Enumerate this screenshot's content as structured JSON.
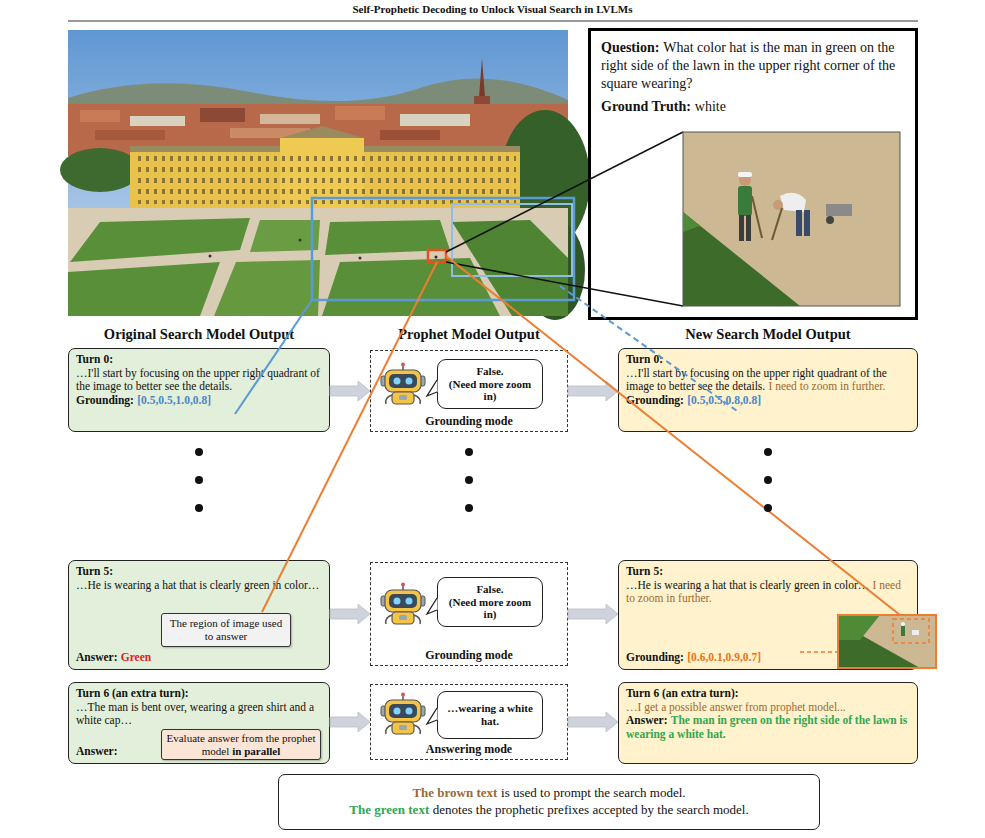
{
  "diagram": {
    "title": "Self-Prophetic Decoding to Unlock Visual Search in LVLMs",
    "nodes": [
      {
        "text": [
          "Question:",
          "What color hat is the man in green on the right side of the lawn in the upper right corner of the square wearing?",
          "Ground Truth:",
          "white"
        ]
      },
      {
        "text": [
          "Turn 0:",
          "…I'll start by focusing on the upper right quadrant of the image to better see the details.",
          "Grounding:",
          "[0.5,0.5,1.0,0.8]"
        ]
      },
      {
        "text": [
          "Grounding mode"
        ]
      },
      {
        "text": [
          "False.",
          "(Need more zoom in)"
        ],
        "in": 2
      },
      {
        "text": [
          "Turn 0:",
          "…I'll start by focusing on the upper right quadrant of the image to better see the details.",
          "I need to zoom in further.",
          "Grounding:",
          "[0.5,0.5,0.8,0.8]"
        ]
      },
      {
        "text": [
          "Turn 5:",
          "…He is wearing a hat that is clearly green in color…",
          "Answer:",
          "Green"
        ]
      },
      {
        "text": [
          "The region of image used to answer"
        ],
        "in": 5
      },
      {
        "text": [
          "Grounding mode"
        ]
      },
      {
        "text": [
          "False.",
          "(Need more zoom in)"
        ],
        "in": 7
      },
      {
        "text": [
          "Turn 5:",
          "…He is wearing a hat that is clearly green in color…",
          "I need to zoom in further.",
          "Grounding:",
          "[0.6,0.1,0.9,0.7]"
        ]
      },
      {
        "text": [
          "Turn 6 (an extra turn):",
          "…The man is bent over, wearing a green shirt and a white cap…",
          "Answer:"
        ]
      },
      {
        "text": [
          "Evaluate answer from the prophet model",
          "in parallel"
        ],
        "in": 10
      },
      {
        "text": [
          "Answering mode"
        ]
      },
      {
        "text": [
          "…wearing a white hat."
        ],
        "in": 12
      },
      {
        "text": [
          "Turn 6 (an extra turn):",
          "…I get a possible answer from prophet model...",
          "Answer:",
          "The man in green on the right side of the lawn is wearing a white hat."
        ]
      },
      {
        "text": [
          "The brown text",
          "is used to prompt the search model.",
          "The green text",
          "denotes the prophetic prefixes accepted by the search model."
        ]
      }
    ],
    "edges": [
      {
        "from": 1,
        "to": 2,
        "arrow": "to"
      },
      {
        "from": 2,
        "to": 4,
        "arrow": "to"
      },
      {
        "from": 5,
        "to": 7,
        "arrow": "to"
      },
      {
        "from": 7,
        "to": 9,
        "arrow": "to"
      },
      {
        "from": 10,
        "to": 12,
        "arrow": "to"
      },
      {
        "from": 12,
        "to": 14,
        "arrow": "to"
      }
    ],
    "labels": [
      "Original Search Model Output",
      "Prophet Model Output",
      "New Search Model Output"
    ]
  }
}
